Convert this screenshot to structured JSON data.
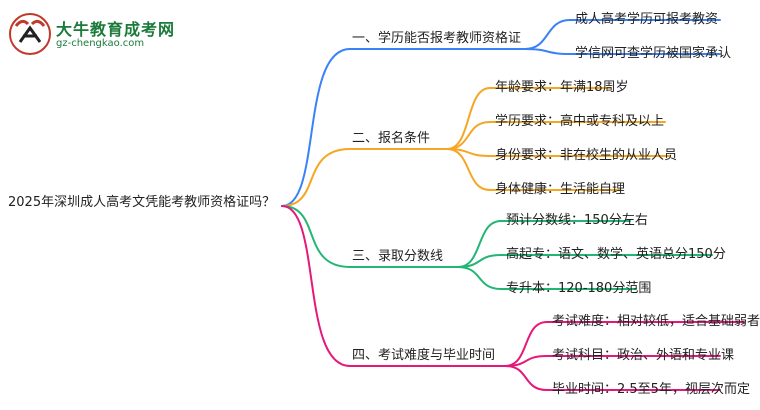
{
  "logo": {
    "title": "大牛教育成考网",
    "url": "gz-chengkao.com"
  },
  "mindmap": {
    "root": "2025年深圳成人高考文凭能考教师资格证吗？",
    "branches": [
      {
        "label": "一、学历能否报考教师资格证",
        "color": "#3b82f6",
        "items": [
          "成人高考学历可报考教资",
          "学信网可查学历被国家承认"
        ]
      },
      {
        "label": "二、报名条件",
        "color": "#f5a623",
        "items": [
          "年龄要求：年满18周岁",
          "学历要求：高中或专科及以上",
          "身份要求：非在校生的从业人员",
          "身体健康：生活能自理"
        ]
      },
      {
        "label": "三、录取分数线",
        "color": "#22b573",
        "items": [
          "预计分数线：150分左右",
          "高起专：语文、数学、英语总分150分",
          "专升本：120-180分范围"
        ]
      },
      {
        "label": "四、考试难度与毕业时间",
        "color": "#e5197a",
        "items": [
          "考试难度：相对较低，适合基础弱者",
          "考试科目：政治、外语和专业课",
          "毕业时间：2.5至5年，视层次而定"
        ]
      }
    ]
  }
}
